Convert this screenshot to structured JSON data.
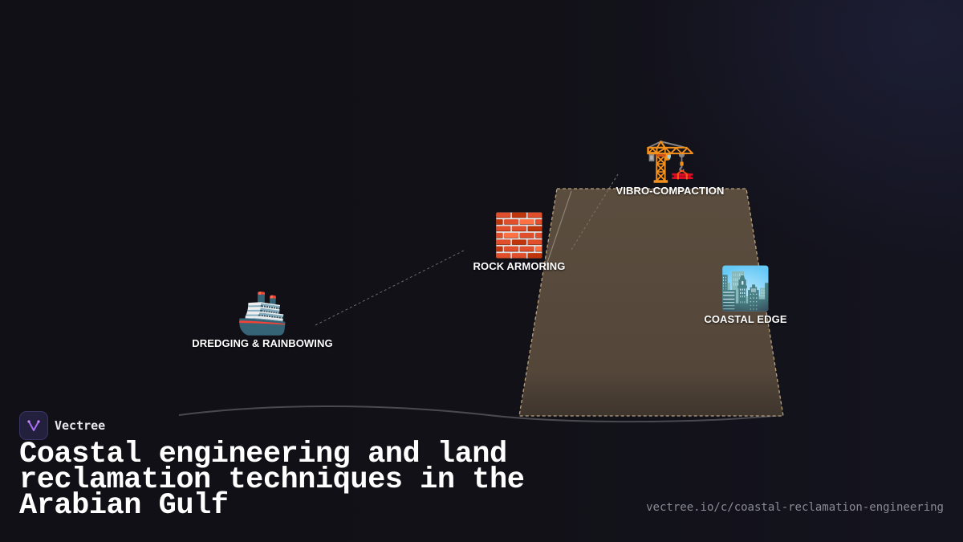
{
  "nodes": {
    "dredging": {
      "icon": "🚢",
      "icon_name": "ship-icon",
      "label": "DREDGING & RAINBOWING"
    },
    "armoring": {
      "icon": "🧱",
      "icon_name": "brick-wall-icon",
      "label": "ROCK ARMORING"
    },
    "compaction": {
      "icon": "🏗️",
      "icon_name": "construction-crane-icon",
      "label": "VIBRO-COMPACTION"
    },
    "edge": {
      "icon": "🏙️",
      "icon_name": "cityscape-icon",
      "label": "COASTAL EDGE"
    }
  },
  "brand": {
    "name": "Vectree"
  },
  "title": "Coastal engineering and land reclamation techniques in the Arabian Gulf",
  "url": "vectree.io/c/coastal-reclamation-engineering",
  "colors": {
    "background": "#111016",
    "landmass": "#5a4c3d",
    "landmass_border": "#b8a27e",
    "text": "#ffffff",
    "url_text": "#8a8a94"
  }
}
